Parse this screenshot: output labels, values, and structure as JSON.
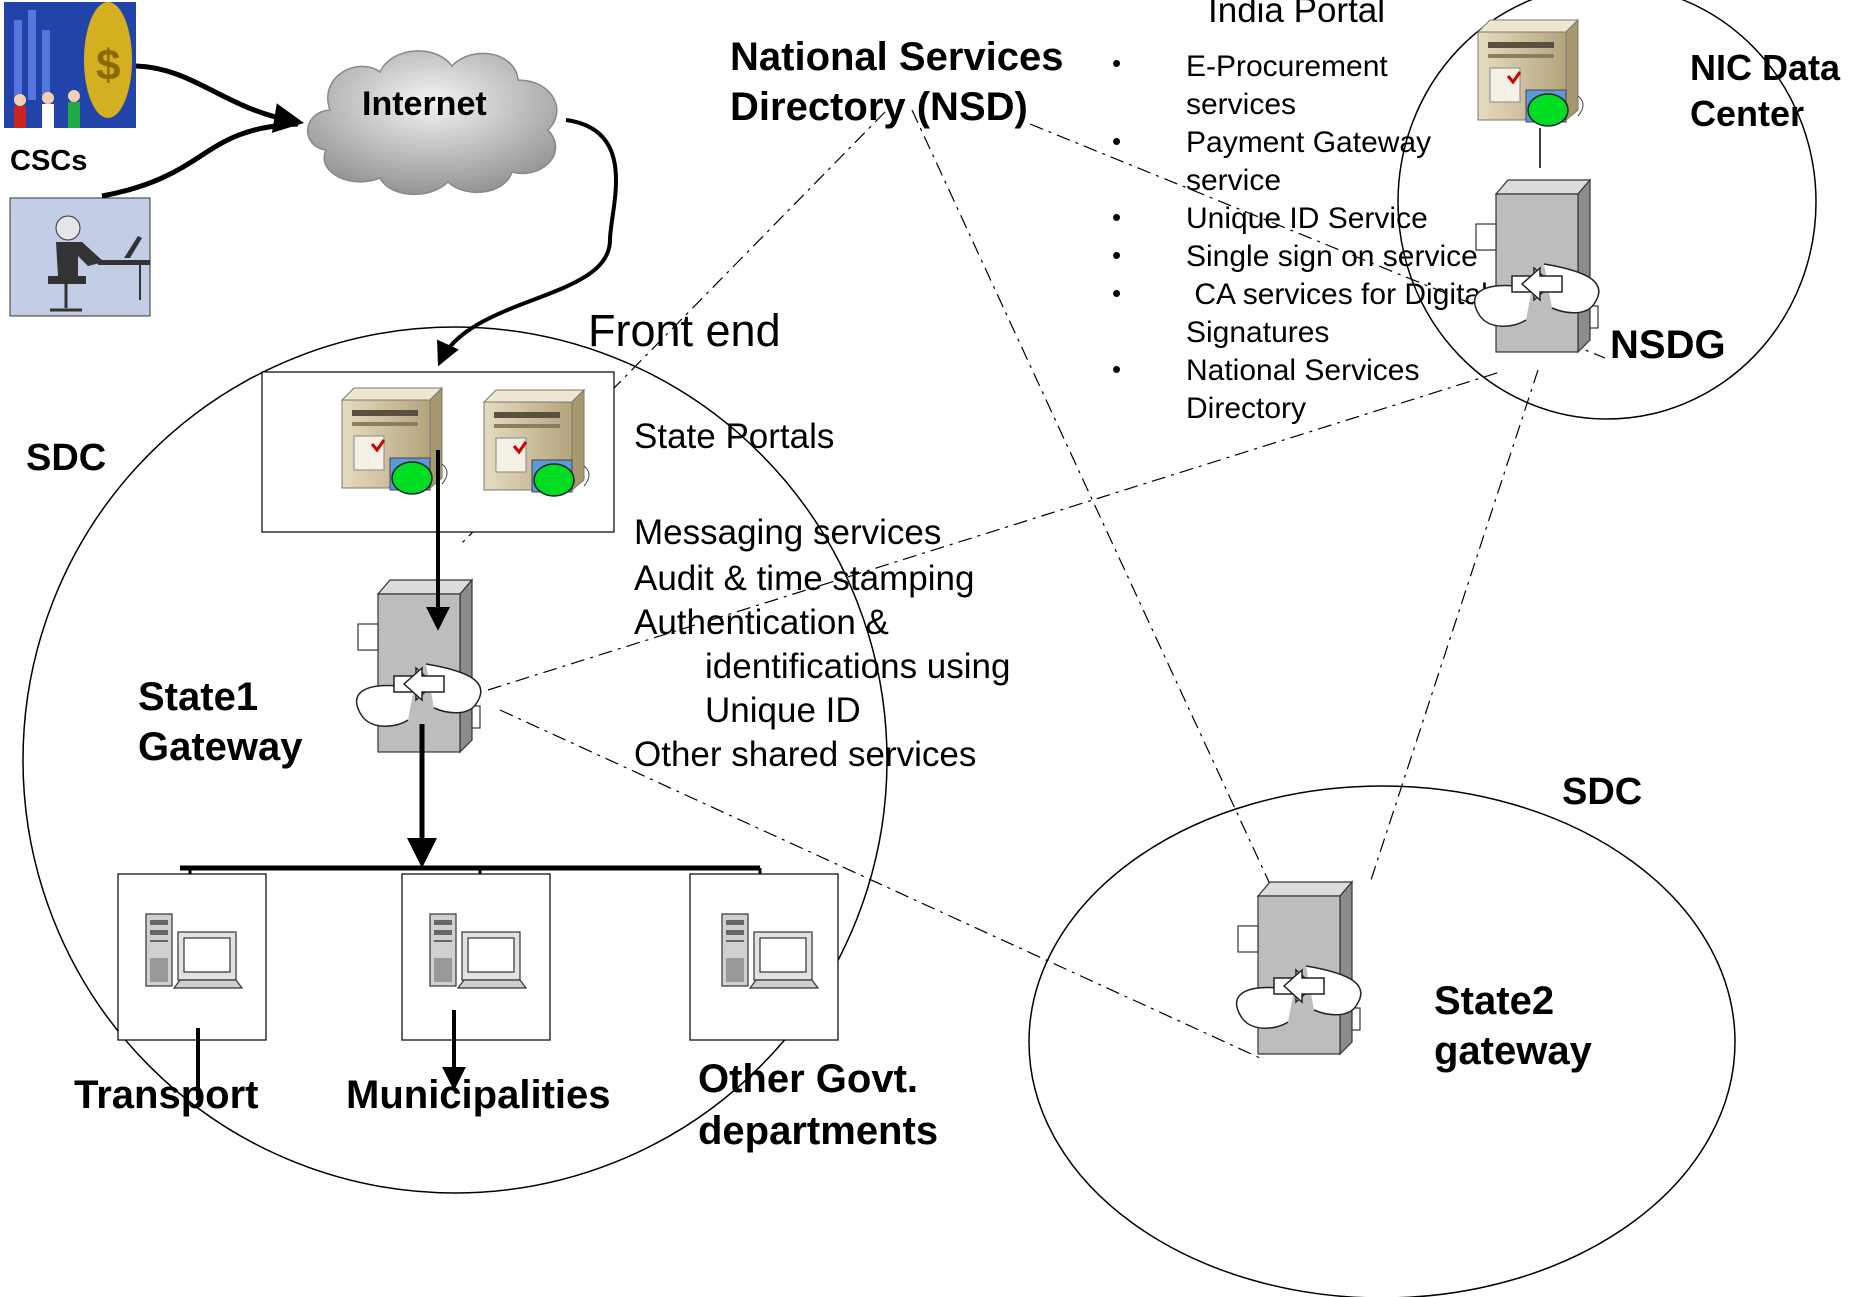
{
  "labels": {
    "india_portal": "India Portal",
    "nsd_line1": "National Services",
    "nsd_line2": "Directory (NSD)",
    "internet": "Internet",
    "cscs": "CSCs",
    "front_end": "Front end",
    "state_portals": "State Portals",
    "sdc_left": "SDC",
    "sdc_right": "SDC",
    "nic_line1": "NIC Data",
    "nic_line2": "Center",
    "nsdg": "NSDG",
    "state1_line1": "State1",
    "state1_line2": "Gateway",
    "state2_line1": "State2",
    "state2_line2": "gateway",
    "transport": "Transport",
    "municipalities": "Municipalities",
    "other_line1": "Other Govt.",
    "other_line2": "departments"
  },
  "nsd_services": [
    {
      "line1": "E-Procurement",
      "line2": "services"
    },
    {
      "line1": "Payment Gateway",
      "line2": "service"
    },
    {
      "line1": "Unique ID Service",
      "line2": ""
    },
    {
      "line1": "Single sign on service",
      "line2": ""
    },
    {
      "line1": " CA services for Digital",
      "line2": "Signatures"
    },
    {
      "line1": "National Services",
      "line2": "Directory"
    }
  ],
  "shared_services": {
    "messaging": "Messaging services",
    "audit": "Audit & time stamping",
    "auth_line1": "Authentication  &",
    "auth_line2": "identifications using",
    "auth_line3": "Unique ID",
    "other": "Other shared services"
  },
  "colors": {
    "server_beige": "#d8ccaa",
    "server_shade": "#a89870",
    "gateway_gray": "#bdbdbd",
    "gateway_dark": "#8c8c8c",
    "green_disc": "#00dd22",
    "cloud_gray": "#c8c8c8",
    "csc_blue": "#2244aa",
    "csc_gold": "#d4b020"
  },
  "icons": [
    "csc-people-icon",
    "computer-user-icon",
    "internet-cloud-icon",
    "server-icon",
    "gateway-switch-icon",
    "desktop-computer-icon"
  ]
}
